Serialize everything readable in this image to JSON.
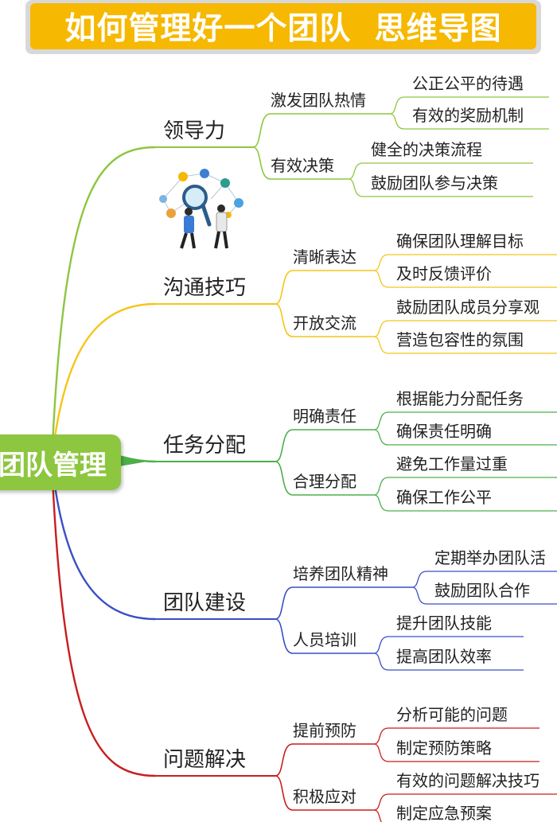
{
  "title": "如何管理好一个团队  思维导图",
  "root": "团队管理",
  "branches": [
    {
      "label": "领导力",
      "color": "#8dc63f",
      "sub": [
        {
          "label": "激发团队热情",
          "leaves": [
            "公正公平的待遇",
            "有效的奖励机制"
          ]
        },
        {
          "label": "有效决策",
          "leaves": [
            "健全的决策流程",
            "鼓励团队参与决策"
          ]
        }
      ]
    },
    {
      "label": "沟通技巧",
      "color": "#f5c518",
      "sub": [
        {
          "label": "清晰表达",
          "leaves": [
            "确保团队理解目标",
            "及时反馈评价"
          ]
        },
        {
          "label": "开放交流",
          "leaves": [
            "鼓励团队成员分享观",
            "营造包容性的氛围"
          ]
        }
      ]
    },
    {
      "label": "任务分配",
      "color": "#4daf4a",
      "sub": [
        {
          "label": "明确责任",
          "leaves": [
            "根据能力分配任务",
            "确保责任明确"
          ]
        },
        {
          "label": "合理分配",
          "leaves": [
            "避免工作量过重",
            "确保工作公平"
          ]
        }
      ]
    },
    {
      "label": "团队建设",
      "color": "#3a4fc4",
      "sub": [
        {
          "label": "培养团队精神",
          "leaves": [
            "定期举办团队活",
            "鼓励团队合作"
          ]
        },
        {
          "label": "人员培训",
          "leaves": [
            "提升团队技能",
            "提高团队效率"
          ]
        }
      ]
    },
    {
      "label": "问题解决",
      "color": "#c81e1e",
      "sub": [
        {
          "label": "提前预防",
          "leaves": [
            "分析可能的问题",
            "制定预防策略"
          ]
        },
        {
          "label": "积极应对",
          "leaves": [
            "有效的问题解决技巧",
            "制定应急预案"
          ]
        }
      ]
    }
  ]
}
